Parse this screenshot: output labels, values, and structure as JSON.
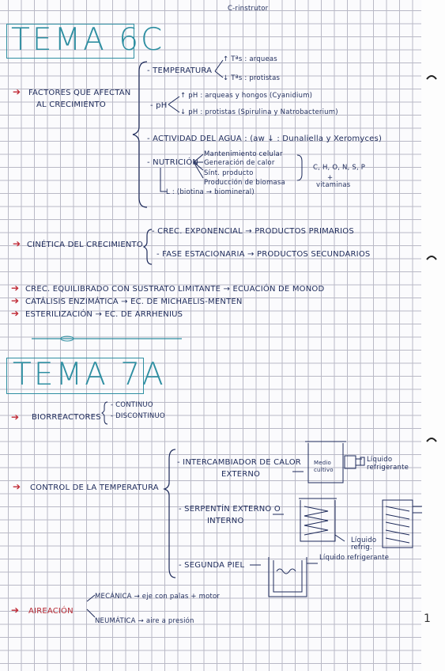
{
  "header": {
    "top_note": "C-rinstrutor"
  },
  "tema6": {
    "title": "TEMA 6C",
    "factores": {
      "label_line1": "FACTORES QUE AFECTAN",
      "label_line2": "AL CRECIMIENTO",
      "temperatura": "- TEMPERATURA",
      "temp_up": "↑ Tªs : arqueas",
      "temp_down": "↓ Tªs : protistas",
      "ph": "- pH",
      "ph_up": "↑ pH : arqueas y hongos (Cyanidium)",
      "ph_down": "↓ pH : protistas (Spirulina y Natrobacterium)",
      "agua": "- ACTIVIDAD DEL AGUA : (aw ↓ : Dunaliella y Xeromyces)",
      "nutricion": "- NUTRICIÓN",
      "nut_items": [
        "Mantenimiento celular",
        "Generación de calor",
        "Sínt. producto",
        "Producción de biomasa"
      ],
      "nut_elements": "C, H, O, N, S, P",
      "nut_plus": "+",
      "nut_vit": "vitaminas",
      "nut_bottom": "L : (biotina → biomineral)"
    },
    "cinetica": {
      "label": "CINÉTICA DEL CRECIMIENTO",
      "items": [
        "- CREC. EXPONENCIAL → PRODUCTOS PRIMARIOS",
        "- FASE ESTACIONARIA → PRODUCTOS SECUNDARIOS"
      ]
    },
    "list": [
      "CREC. EQUILIBRADO CON SUSTRATO LIMITANTE → ECUACIÓN DE MONOD",
      "CATÁLISIS ENZIMÁTICA → EC. DE MICHAELIS-MENTEN",
      "ESTERILIZACIÓN → EC. DE ARRHENIUS"
    ]
  },
  "tema7": {
    "title": "TEMA 7A",
    "biorreactores": {
      "label": "BIORREACTORES",
      "items": [
        "- CONTINUO",
        "- DISCONTINUO"
      ]
    },
    "control": {
      "label": "CONTROL DE LA TEMPERATURA",
      "item1_line1": "- INTERCAMBIADOR DE CALOR",
      "item1_line2": "EXTERNO",
      "medio_line1": "Medio",
      "medio_line2": "cultivo",
      "liquido_line1": "Líquido",
      "liquido_line2": "refrigerante",
      "item2_line1": "- SERPENTÍN EXTERNO O",
      "item2_line2": "INTERNO",
      "liquido_ref_line1": "Líquido",
      "liquido_ref_line2": "refrig.",
      "item3": "- SEGUNDA PIEL",
      "liquido_refrigerante": "Líquido refrigerante"
    },
    "aireacion": {
      "label": "AIREACIÓN",
      "mecanica": "MECÁNICA → eje con palas + motor",
      "neumatica": "NEUMÁTICA → aire a presión"
    }
  },
  "page_number": "1"
}
